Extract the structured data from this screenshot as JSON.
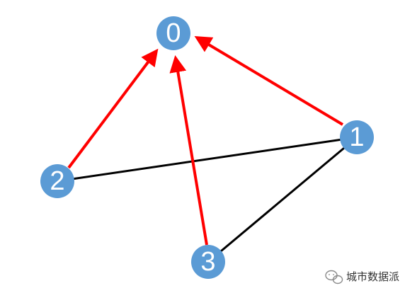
{
  "colors": {
    "node_fill": "#5b9bd5",
    "node_text": "#ffffff",
    "directed_edge": "#ff0000",
    "undirected_edge": "#000000"
  },
  "graph": {
    "nodes": [
      {
        "id": "0",
        "label": "0"
      },
      {
        "id": "1",
        "label": "1"
      },
      {
        "id": "2",
        "label": "2"
      },
      {
        "id": "3",
        "label": "3"
      }
    ],
    "edges": [
      {
        "from": "2",
        "to": "0",
        "directed": true
      },
      {
        "from": "3",
        "to": "0",
        "directed": true
      },
      {
        "from": "1",
        "to": "0",
        "directed": true
      },
      {
        "from": "2",
        "to": "1",
        "directed": false
      },
      {
        "from": "3",
        "to": "1",
        "directed": false
      }
    ]
  },
  "watermark": {
    "text": "城市数据派",
    "icon": "wechat-icon"
  }
}
